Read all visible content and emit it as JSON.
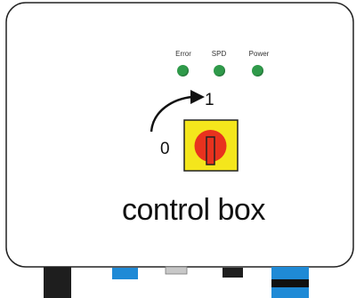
{
  "indicators": [
    {
      "label": "Error",
      "color": "#2f9a4a"
    },
    {
      "label": "SPD",
      "color": "#2f9a4a"
    },
    {
      "label": "Power",
      "color": "#2f9a4a"
    }
  ],
  "switch": {
    "position_on": "1",
    "position_off": "0",
    "plate_color": "#f4e61c",
    "knob_color": "#e8321e"
  },
  "title": "control box",
  "colors": {
    "enclosure_stroke": "#222222",
    "connector_black": "#1e1e1e",
    "connector_blue": "#1f8ad6",
    "connector_gray": "#c8c8c8"
  }
}
